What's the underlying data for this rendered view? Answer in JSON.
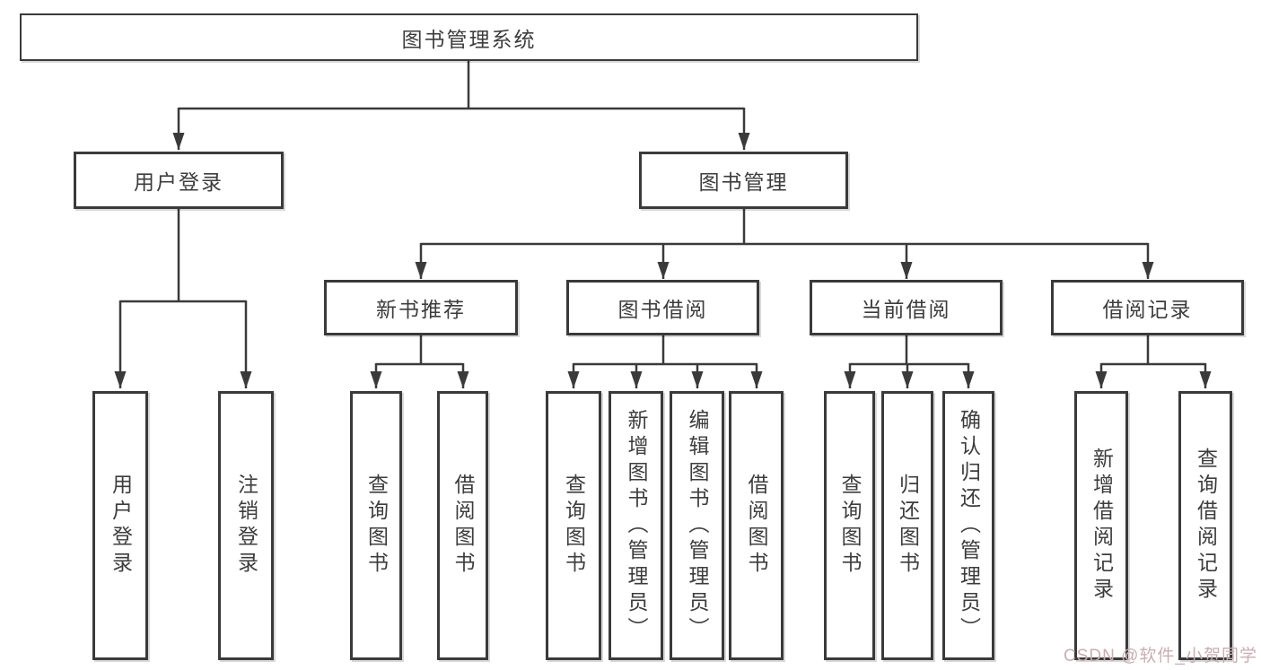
{
  "tree": {
    "root": "图书管理系统",
    "children": [
      {
        "label": "用户登录",
        "leaves": [
          "用户登录",
          "注销登录"
        ]
      },
      {
        "label": "图书管理",
        "sections": [
          {
            "label": "新书推荐",
            "leaves": [
              "查询图书",
              "借阅图书"
            ]
          },
          {
            "label": "图书借阅",
            "leaves": [
              "查询图书",
              "新增图书（管理员）",
              "编辑图书（管理员）",
              "借阅图书"
            ]
          },
          {
            "label": "当前借阅",
            "leaves": [
              "查询图书",
              "归还图书",
              "确认归还（管理员）"
            ]
          },
          {
            "label": "借阅记录",
            "leaves": [
              "新增借阅记录",
              "查询借阅记录"
            ]
          }
        ]
      }
    ]
  },
  "watermark": "CSDN @软件_小贺同学",
  "colors": {
    "line": "#3a3a3a",
    "text": "#3d3d3d",
    "background": "#ffffff",
    "watermark": "#c9aeb1"
  }
}
